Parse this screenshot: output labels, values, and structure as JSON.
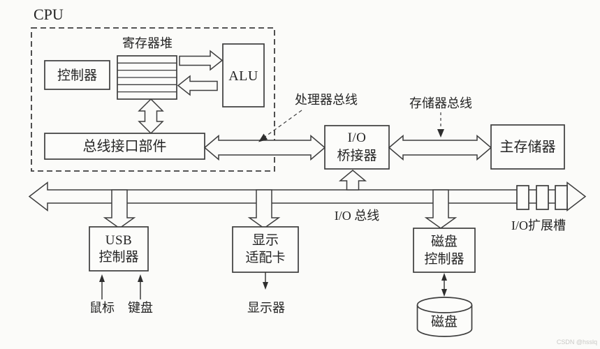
{
  "diagram": {
    "title": "CPU",
    "nodes": {
      "controller": {
        "label": "控制器"
      },
      "register_file": {
        "label": "寄存器堆"
      },
      "alu": {
        "label": "ALU"
      },
      "bus_interface": {
        "label": "总线接口部件"
      },
      "io_bridge": {
        "line1": "I/O",
        "line2": "桥接器"
      },
      "main_memory": {
        "label": "主存储器"
      },
      "usb_controller": {
        "line1": "USB",
        "line2": "控制器"
      },
      "display_adapter": {
        "line1": "显示",
        "line2": "适配卡"
      },
      "disk_controller": {
        "line1": "磁盘",
        "line2": "控制器"
      },
      "disk": {
        "label": "磁盘"
      }
    },
    "buses": {
      "processor_bus": {
        "label": "处理器总线"
      },
      "memory_bus": {
        "label": "存储器总线"
      },
      "io_bus": {
        "label": "I/O 总线"
      },
      "io_expansion_slot": {
        "label": "I/O扩展槽"
      }
    },
    "peripherals": {
      "mouse": {
        "label": "鼠标"
      },
      "keyboard": {
        "label": "键盘"
      },
      "monitor": {
        "label": "显示器"
      }
    },
    "colors": {
      "line": "#3d3d3d",
      "background": "#fbfbf9",
      "text": "#242424"
    }
  },
  "watermark": "CSDN @hsslq"
}
